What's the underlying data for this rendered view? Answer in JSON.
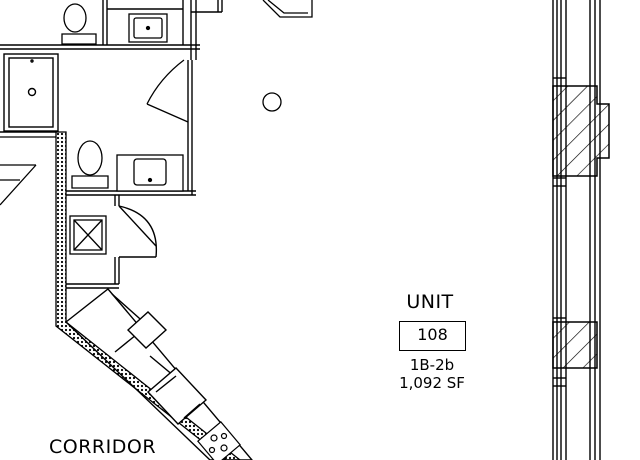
{
  "unit": {
    "word": "UNIT",
    "number": "108",
    "type": "1B-2b",
    "area": "1,092 SF"
  },
  "corridor_label": "CORRIDOR"
}
